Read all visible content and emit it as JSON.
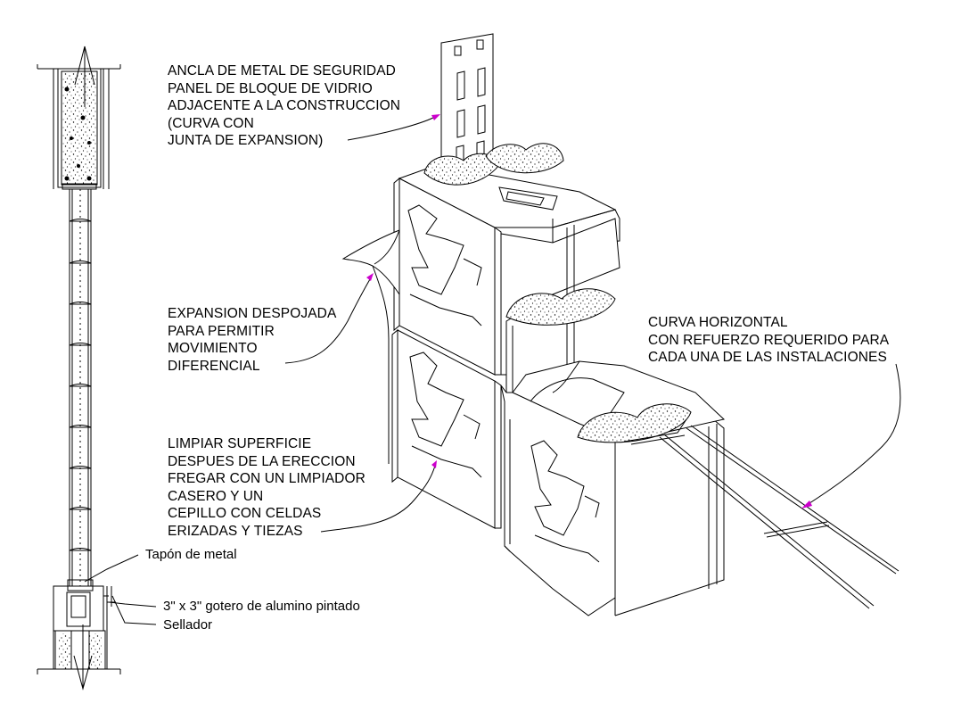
{
  "labels": {
    "anchor": [
      "ANCLA DE METAL DE SEGURIDAD",
      "PANEL DE BLOQUE DE VIDRIO",
      "ADJACENTE A LA CONSTRUCCION",
      "(CURVA CON",
      "JUNTA DE EXPANSION)"
    ],
    "expansion": [
      "EXPANSION DESPOJADA",
      "PARA PERMITIR",
      "MOVIMIENTO",
      "DIFERENCIAL"
    ],
    "clean": [
      "LIMPIAR SUPERFICIE",
      "DESPUES DE LA ERECCION",
      "FREGAR CON UN LIMPIADOR",
      "CASERO Y UN",
      "CEPILLO CON CELDAS",
      "ERIZADAS Y TIEZAS"
    ],
    "reinforcement": [
      "CURVA HORIZONTAL",
      "CON REFUERZO REQUERIDO PARA",
      "CADA UNA DE LAS INSTALACIONES"
    ],
    "cap": "Tapón de metal",
    "drip": "3\" x 3\" gotero de alumino pintado",
    "sealant": "Sellador"
  },
  "colors": {
    "line": "#000000",
    "leader_arrow": "#cc00cc",
    "background": "#ffffff"
  }
}
